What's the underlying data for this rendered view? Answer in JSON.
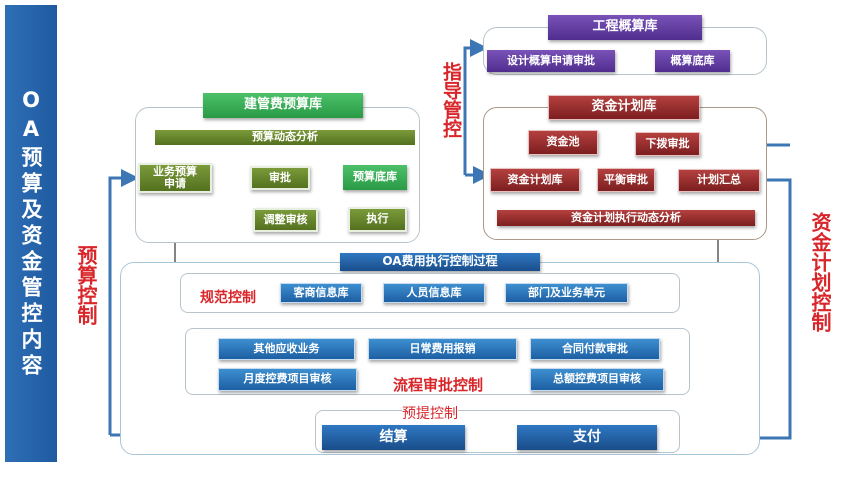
{
  "side_title": "OA预算及资金管控内容",
  "labels": {
    "guide": "指导管控",
    "budget_ctrl": "预算控制",
    "fund_ctrl": "资金计划控制",
    "norm_ctrl": "规范控制",
    "flow_ctrl": "流程审批控制",
    "accrual_ctrl": "预提控制"
  },
  "estimate": {
    "title": "工程概算库",
    "items": [
      "设计概算申请审批",
      "概算底库"
    ]
  },
  "fund": {
    "title": "资金计划库",
    "pool": "资金池",
    "allot": "下拨审批",
    "plan": "资金计划库",
    "balance": "平衡审批",
    "summary": "计划汇总",
    "analysis": "资金计划执行动态分析"
  },
  "budget": {
    "title": "建管费预算库",
    "analysis": "预算动态分析",
    "apply": "业务预算申请",
    "approve": "审批",
    "base": "预算底库",
    "adjust": "调整审核",
    "execute": "执行"
  },
  "oa": {
    "title": "OA费用执行控制过程",
    "norm_items": [
      "客商信息库",
      "人员信息库",
      "部门及业务单元"
    ],
    "flow_items": [
      "其他应收业务",
      "日常费用报销",
      "合同付款审批",
      "月度控费项目审核",
      "总额控费项目审核"
    ],
    "settle": "结算",
    "pay": "支付"
  }
}
